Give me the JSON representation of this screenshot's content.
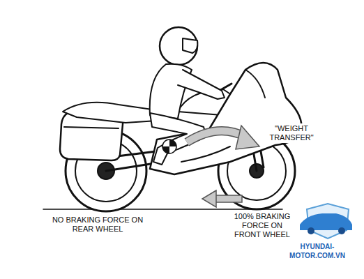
{
  "diagram": {
    "labels": [
      "\"WEIGHT TRANSFER\"",
      "NO BRAKING FORCE ON REAR WHEEL",
      "100% BRAKING FORCE ON FRONT WHEEL",
      "HYUNDAI-MOTOR.COM.VN"
    ]
  }
}
